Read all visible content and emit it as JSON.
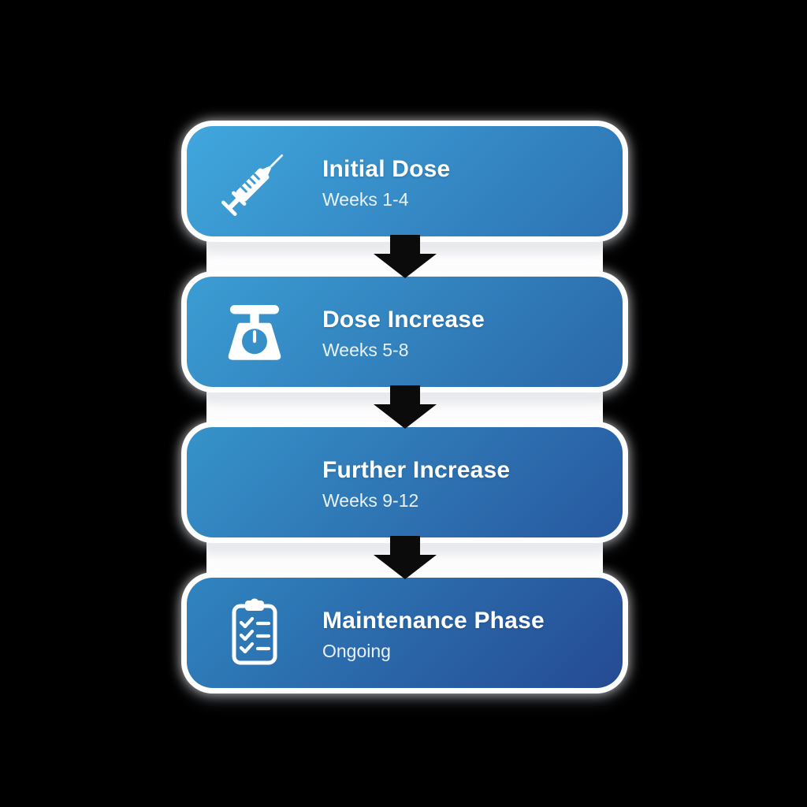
{
  "canvas": {
    "background_color": "#000000"
  },
  "flowchart": {
    "type": "vertical-step-flow",
    "spine_color": "#FFFFFF",
    "card_border_color": "#FFFFFF",
    "arrow_color": "#0B0B0B",
    "title_color": "#FFFFFF",
    "subtitle_color": "#E9F2FA",
    "icon_color": "#FFFFFF",
    "steps": [
      {
        "title": "Initial Dose",
        "subtitle": "Weeks 1-4",
        "icon": "syringe-icon",
        "gradient_start": "#40A7DD",
        "gradient_end": "#2D72B3"
      },
      {
        "title": "Dose Increase",
        "subtitle": "Weeks 5-8",
        "icon": "scale-icon",
        "gradient_start": "#3B9DD3",
        "gradient_end": "#2A67A9"
      },
      {
        "title": "Further Increase",
        "subtitle": "Weeks 9-12",
        "icon": "",
        "gradient_start": "#3693CA",
        "gradient_end": "#27589F"
      },
      {
        "title": "Maintenance Phase",
        "subtitle": "Ongoing",
        "icon": "clipboard-checklist-icon",
        "gradient_start": "#3085C0",
        "gradient_end": "#254A93"
      }
    ]
  }
}
